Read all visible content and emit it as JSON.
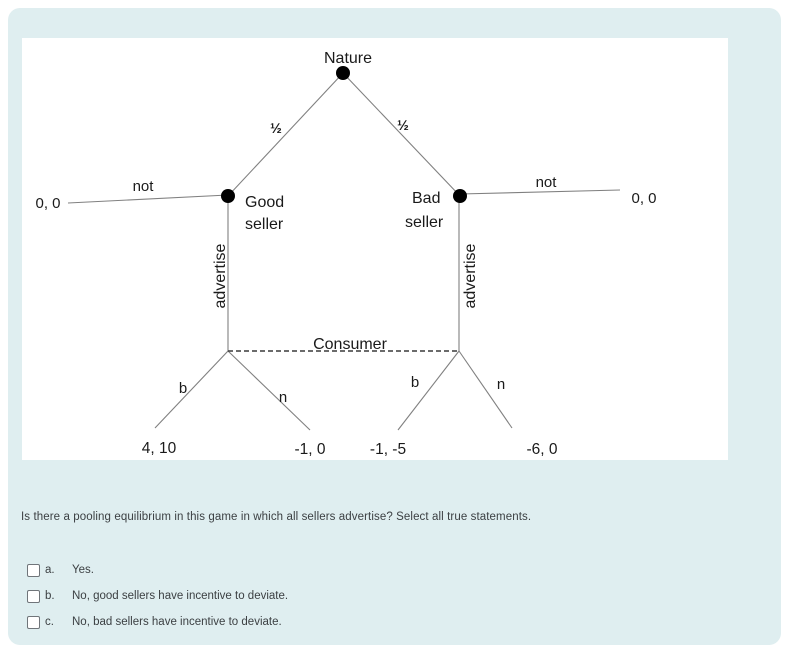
{
  "colors": {
    "card_bg": "#dfeef0",
    "panel_bg": "#ffffff",
    "nature_green": "#2cb357",
    "good_seller_blue": "#1f7fd1",
    "bad_seller_red": "#cd2026",
    "consumer_navy": "#2e4e79",
    "edge_gray": "#808080",
    "body_text": "#3c4043"
  },
  "diagram": {
    "nature_label": "Nature",
    "prob_left": "½",
    "prob_right": "½",
    "good_seller_line1": "Good",
    "good_seller_line2": "seller",
    "bad_seller_line1": "Bad",
    "bad_seller_line2": "seller",
    "consumer_label": "Consumer",
    "not_left": "not",
    "not_right": "not",
    "advertise_left": "advertise",
    "advertise_right": "advertise",
    "branch_b_left": "b",
    "branch_n_left": "n",
    "branch_b_right": "b",
    "branch_n_right": "n",
    "payoff_not_left": "0, 0",
    "payoff_not_right": "0, 0",
    "payoff_b_left": "4, 10",
    "payoff_n_left": "-1, 0",
    "payoff_b_right": "-1, -5",
    "payoff_n_right": "-6, 0"
  },
  "question": {
    "text": "Is there a pooling equilibrium in this game in which all sellers advertise? Select all true statements."
  },
  "options": [
    {
      "letter": "a.",
      "label": "Yes.",
      "checked": false
    },
    {
      "letter": "b.",
      "label": "No, good sellers have incentive to deviate.",
      "checked": false
    },
    {
      "letter": "c.",
      "label": "No, bad sellers have incentive to deviate.",
      "checked": false
    }
  ]
}
